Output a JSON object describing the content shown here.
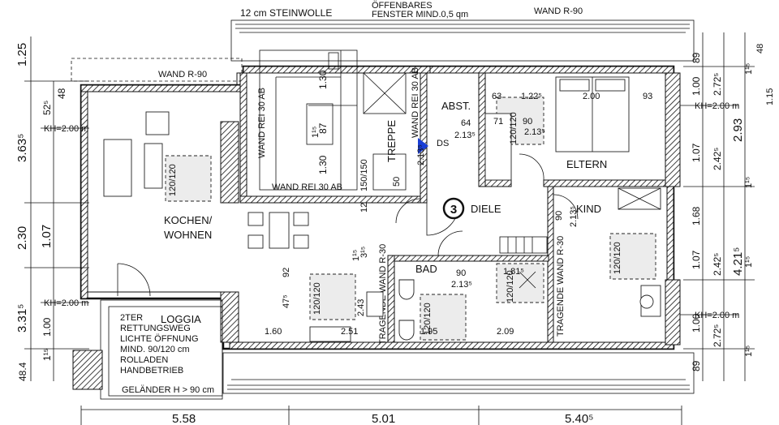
{
  "top_notes": {
    "insulation": "12 cm STEINWOLLE",
    "window_1": "ÖFFENBARES",
    "window_2": "FENSTER MIND.0,5 qm",
    "wand_top": "WAND R-90"
  },
  "walls": {
    "wand_left": "WAND R-90",
    "wand_rei_1": "WAND REI 30 AB",
    "wand_rei_2": "WAND REI 30 AB",
    "wand_rei_3": "WAND REI 30 AB",
    "tragende_1": "TRAGENDE WAND R-30",
    "tragende_2": "TRAGENDE WAND R-30"
  },
  "rooms": {
    "kochen": "KOCHEN/",
    "wohnen": "WOHNEN",
    "treppe": "TREPPE",
    "abst": "ABST.",
    "eltern": "ELTERN",
    "diele": "DIELE",
    "diele_num": "3",
    "kind": "KIND",
    "bad": "BAD",
    "loggia": "LOGGIA",
    "ds": "DS"
  },
  "loggia_note": [
    "2TER",
    "RETTUNGSWEG",
    "LICHTE ÖFFNUNG",
    "MIND. 90/120 cm",
    "ROLLADEN",
    "HANDBETRIEB"
  ],
  "gelaender": "GELÄNDER H > 90 cm",
  "kh": {
    "left_top": "KH=2.00 m",
    "left_bottom": "KH=2.00 m",
    "right_top": "KH=2.00 m",
    "right_bottom": "KH=2.00 m"
  },
  "windows": {
    "w1": "120/120",
    "w2": "150/150",
    "w3": "120/120",
    "w4": "120/120",
    "w5": "120/120",
    "w6": "120/120",
    "w7": "120/120"
  },
  "dims_bottom": [
    "5.58",
    "5.01",
    "5.40⁵"
  ],
  "dims_left": {
    "outer": [
      "1.25",
      "3.63⁵",
      "2.30",
      "3.31⁵",
      "48.4"
    ],
    "inner": [
      "52⁵",
      "48",
      "1.07",
      "1.00",
      "1¹⁵"
    ]
  },
  "dims_right": {
    "col1": [
      "89",
      "1.00",
      "1.07",
      "1.68",
      "1.07",
      "1.00",
      "89"
    ],
    "col2": [
      "2.72⁵",
      "2.42⁵",
      "2.42⁵",
      "2.72⁵"
    ],
    "col3": [
      "2.93",
      "4.21⁵"
    ],
    "col4": [
      "1¹⁵",
      "1¹⁵",
      "1¹⁵",
      "1¹⁵"
    ],
    "col5": [
      "48",
      "1.15"
    ]
  },
  "dims_inner": {
    "d130a": "1.30",
    "d87": "87",
    "d130b": "1.30",
    "d63": "63",
    "d122": "1.22⁵",
    "d200": "2.00",
    "d93": "93",
    "d64": "64",
    "d71": "71",
    "d90a": "90",
    "d213a": "2.13⁵",
    "d213b": "2.13⁵",
    "d213c": "2.13⁵",
    "d90b": "90",
    "d213d": "2.13⁵",
    "d90c": "90",
    "d213e": "2.13⁵",
    "d181": "1.81⁵",
    "d92": "92",
    "d47": "47⁵",
    "d243": "2.43",
    "d160": "1.60",
    "d251": "2.51",
    "d195": "1.95",
    "d209": "2.09",
    "d12": "12",
    "d31": "3¹⁵",
    "d1a": "1¹⁵",
    "d50": "50",
    "d1b": "1¹⁵"
  }
}
